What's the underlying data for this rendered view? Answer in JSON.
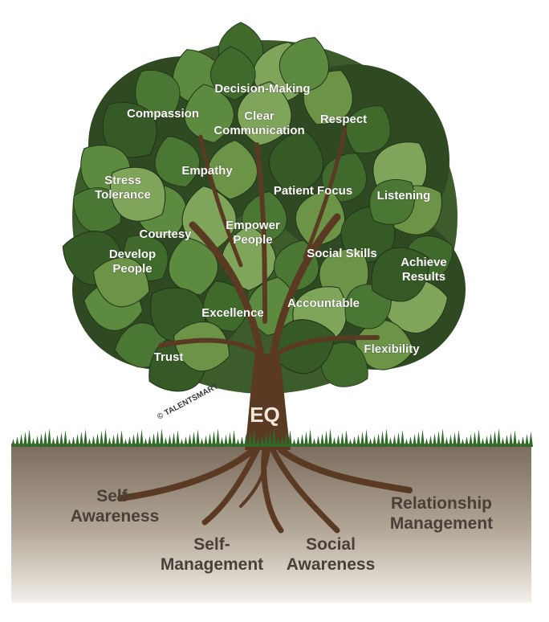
{
  "diagram": {
    "copyright": "© TALENTSMART",
    "trunk_label": "EQ",
    "leaves": [
      {
        "id": "decision-making",
        "lines": [
          "Decision-Making"
        ]
      },
      {
        "id": "compassion",
        "lines": [
          "Compassion"
        ]
      },
      {
        "id": "clear-communication",
        "lines": [
          "Clear",
          "Communication"
        ]
      },
      {
        "id": "respect",
        "lines": [
          "Respect"
        ]
      },
      {
        "id": "empathy",
        "lines": [
          "Empathy"
        ]
      },
      {
        "id": "stress-tolerance",
        "lines": [
          "Stress",
          "Tolerance"
        ]
      },
      {
        "id": "patient-focus",
        "lines": [
          "Patient Focus"
        ]
      },
      {
        "id": "listening",
        "lines": [
          "Listening"
        ]
      },
      {
        "id": "courtesy",
        "lines": [
          "Courtesy"
        ]
      },
      {
        "id": "empower-people",
        "lines": [
          "Empower",
          "People"
        ]
      },
      {
        "id": "social-skills",
        "lines": [
          "Social Skills"
        ]
      },
      {
        "id": "develop-people",
        "lines": [
          "Develop",
          "People"
        ]
      },
      {
        "id": "achieve-results",
        "lines": [
          "Achieve",
          "Results"
        ]
      },
      {
        "id": "accountable",
        "lines": [
          "Accountable"
        ]
      },
      {
        "id": "excellence",
        "lines": [
          "Excellence"
        ]
      },
      {
        "id": "trust",
        "lines": [
          "Trust"
        ]
      },
      {
        "id": "flexibility",
        "lines": [
          "Flexibility"
        ]
      }
    ],
    "roots": [
      {
        "id": "self-awareness",
        "lines": [
          "Self-",
          "Awareness"
        ]
      },
      {
        "id": "self-management",
        "lines": [
          "Self-",
          "Management"
        ]
      },
      {
        "id": "social-awareness",
        "lines": [
          "Social",
          "Awareness"
        ]
      },
      {
        "id": "relationship-management",
        "lines": [
          "Relationship",
          "Management"
        ]
      }
    ]
  },
  "colors": {
    "leaf_dark": "#2f4a22",
    "leaf_mid": "#4f7a36",
    "leaf_light": "#7fa55a",
    "trunk": "#5b3a24",
    "grass": "#2f6b28",
    "soil_top": "#7a6b5c",
    "soil_bottom": "#f4f0ea"
  }
}
